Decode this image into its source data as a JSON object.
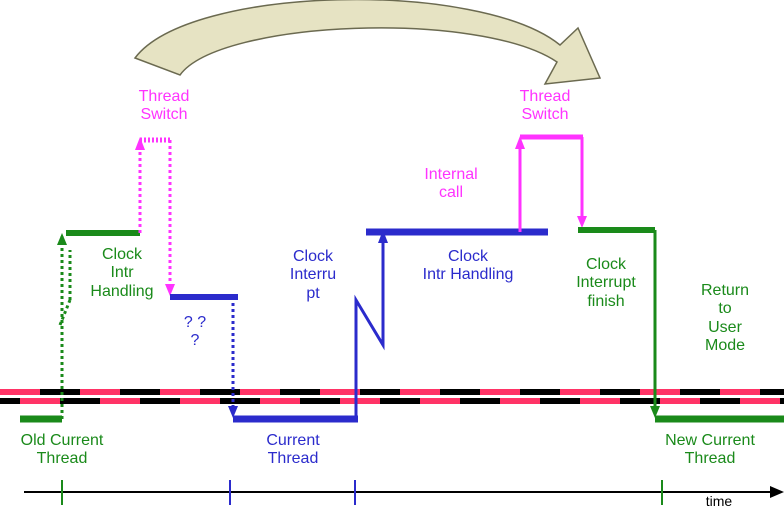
{
  "colors": {
    "magenta": "#ff33ff",
    "green": "#1a8a1a",
    "blue": "#2b2bcc",
    "black": "#000000",
    "pink_band": "#ff3366",
    "arrow_fill": "#e6e3c3"
  },
  "labels": {
    "thread_switch_left": "Thread\nSwitch",
    "thread_switch_right": "Thread\nSwitch",
    "internal_call": "Internal\ncall",
    "clock_intr_handling_left": "Clock\nIntr\nHandling",
    "question_marks": "? ?\n?",
    "clock_interrupt_mid": "Clock\nInterru\npt",
    "clock_intr_handling_right": "Clock\nIntr Handling",
    "clock_interrupt_finish": "Clock\nInterrupt\nfinish",
    "return_to_user_mode": "Return\nto\nUser\nMode",
    "old_current_thread": "Old Current\nThread",
    "current_thread": "Current\nThread",
    "new_current_thread": "New Current\nThread",
    "time_axis": "time"
  }
}
